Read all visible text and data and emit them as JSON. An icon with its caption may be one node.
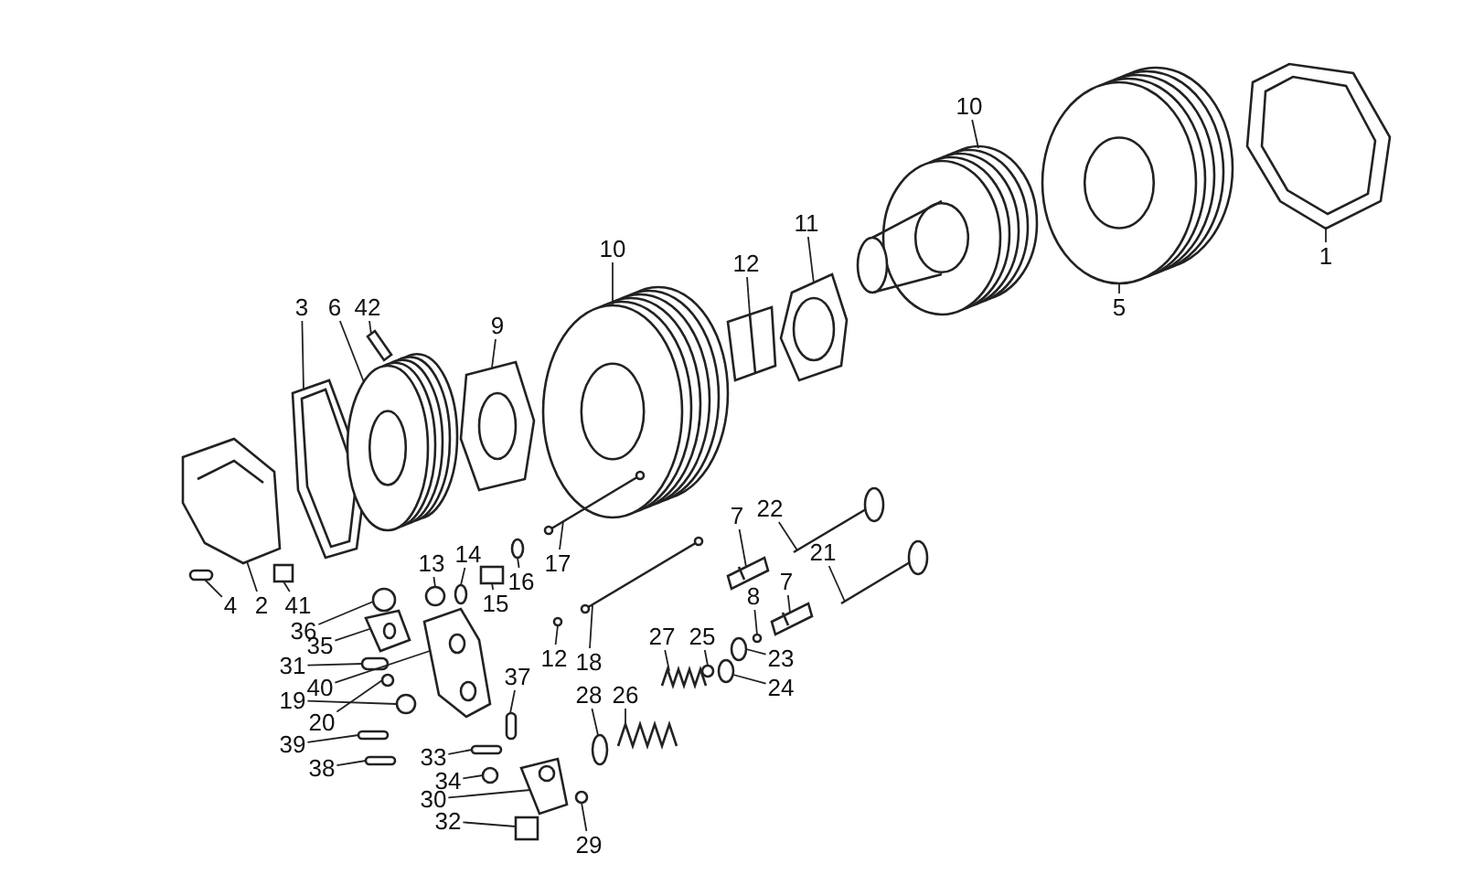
{
  "diagram": {
    "nodes": [
      {
        "text": [
          "1"
        ]
      },
      {
        "text": [
          "10"
        ]
      },
      {
        "text": [
          "5"
        ]
      },
      {
        "text": [
          "11"
        ]
      },
      {
        "text": [
          "10"
        ]
      },
      {
        "text": [
          "12"
        ]
      },
      {
        "text": [
          "9"
        ]
      },
      {
        "text": [
          "3"
        ]
      },
      {
        "text": [
          "6"
        ]
      },
      {
        "text": [
          "42"
        ]
      },
      {
        "text": [
          "4"
        ]
      },
      {
        "text": [
          "2"
        ]
      },
      {
        "text": [
          "41"
        ]
      },
      {
        "text": [
          "36"
        ]
      },
      {
        "text": [
          "35"
        ]
      },
      {
        "text": [
          "31"
        ]
      },
      {
        "text": [
          "40"
        ]
      },
      {
        "text": [
          "19"
        ]
      },
      {
        "text": [
          "20"
        ]
      },
      {
        "text": [
          "39"
        ]
      },
      {
        "text": [
          "38"
        ]
      },
      {
        "text": [
          "33"
        ]
      },
      {
        "text": [
          "34"
        ]
      },
      {
        "text": [
          "30"
        ]
      },
      {
        "text": [
          "32"
        ]
      },
      {
        "text": [
          "29"
        ]
      },
      {
        "text": [
          "13"
        ]
      },
      {
        "text": [
          "14"
        ]
      },
      {
        "text": [
          "15"
        ]
      },
      {
        "text": [
          "16"
        ]
      },
      {
        "text": [
          "17"
        ]
      },
      {
        "text": [
          "12"
        ]
      },
      {
        "text": [
          "18"
        ]
      },
      {
        "text": [
          "37"
        ]
      },
      {
        "text": [
          "27"
        ]
      },
      {
        "text": [
          "28"
        ]
      },
      {
        "text": [
          "26"
        ]
      },
      {
        "text": [
          "25"
        ]
      },
      {
        "text": [
          "23"
        ]
      },
      {
        "text": [
          "24"
        ]
      },
      {
        "text": [
          "7"
        ]
      },
      {
        "text": [
          "22"
        ]
      },
      {
        "text": [
          "21"
        ]
      },
      {
        "text": [
          "7"
        ]
      },
      {
        "text": [
          "8"
        ]
      },
      {
        "text": [],
        "shape": "picture"
      },
      {
        "text": [],
        "shape": "picture"
      },
      {
        "text": [],
        "shape": "picture"
      },
      {
        "text": [],
        "shape": "picture"
      },
      {
        "text": [],
        "shape": "picture"
      },
      {
        "text": [],
        "shape": "picture"
      },
      {
        "text": [],
        "shape": "picture"
      },
      {
        "text": [],
        "shape": "picture"
      },
      {
        "text": [],
        "shape": "picture"
      },
      {
        "text": [],
        "shape": "picture"
      },
      {
        "text": [],
        "shape": "bar"
      },
      {
        "text": [],
        "shape": "picture"
      },
      {
        "text": [],
        "shape": "box"
      },
      {
        "text": [],
        "shape": "circle"
      },
      {
        "text": [],
        "shape": "picture"
      },
      {
        "text": [],
        "shape": "bar"
      },
      {
        "text": [],
        "shape": "picture"
      },
      {
        "text": [],
        "shape": "circle"
      },
      {
        "text": [],
        "shape": "circle"
      },
      {
        "text": [],
        "shape": "bar"
      },
      {
        "text": [],
        "shape": "bar"
      },
      {
        "text": [],
        "shape": "bar"
      },
      {
        "text": [],
        "shape": "circle"
      },
      {
        "text": [],
        "shape": "picture"
      },
      {
        "text": [],
        "shape": "box"
      },
      {
        "text": [],
        "shape": "circle"
      },
      {
        "text": [],
        "shape": "circle"
      },
      {
        "text": [],
        "shape": "circle"
      },
      {
        "text": [],
        "shape": "box"
      },
      {
        "text": [],
        "shape": "circle"
      },
      {
        "text": [],
        "shape": "picture"
      },
      {
        "text": [],
        "shape": "circle"
      },
      {
        "text": [],
        "shape": "picture"
      },
      {
        "text": [],
        "shape": "bar"
      },
      {
        "text": [],
        "shape": "picture"
      },
      {
        "text": [],
        "shape": "circle"
      },
      {
        "text": [],
        "shape": "picture"
      },
      {
        "text": [],
        "shape": "circle"
      },
      {
        "text": [],
        "shape": "circle"
      },
      {
        "text": [],
        "shape": "circle"
      },
      {
        "text": [],
        "shape": "picture"
      },
      {
        "text": [],
        "shape": "picture"
      },
      {
        "text": [],
        "shape": "picture"
      },
      {
        "text": [],
        "shape": "picture"
      },
      {
        "text": [],
        "shape": "circle"
      }
    ],
    "edges": [
      {
        "from": 0,
        "to": 45,
        "arrow": "none"
      },
      {
        "from": 1,
        "to": 46,
        "arrow": "none"
      },
      {
        "from": 2,
        "to": 47,
        "arrow": "none"
      },
      {
        "from": 3,
        "to": 48,
        "arrow": "none"
      },
      {
        "from": 4,
        "to": 49,
        "arrow": "none"
      },
      {
        "from": 5,
        "to": 50,
        "arrow": "none"
      },
      {
        "from": 6,
        "to": 51,
        "arrow": "none"
      },
      {
        "from": 7,
        "to": 52,
        "arrow": "none"
      },
      {
        "from": 8,
        "to": 53,
        "arrow": "none"
      },
      {
        "from": 9,
        "to": 54,
        "arrow": "none"
      },
      {
        "from": 10,
        "to": 55,
        "arrow": "none"
      },
      {
        "from": 11,
        "to": 56,
        "arrow": "none"
      },
      {
        "from": 12,
        "to": 57,
        "arrow": "none"
      },
      {
        "from": 13,
        "to": 58,
        "arrow": "none"
      },
      {
        "from": 14,
        "to": 59,
        "arrow": "none"
      },
      {
        "from": 15,
        "to": 60,
        "arrow": "none"
      },
      {
        "from": 16,
        "to": 61,
        "arrow": "none"
      },
      {
        "from": 17,
        "to": 62,
        "arrow": "none"
      },
      {
        "from": 18,
        "to": 63,
        "arrow": "none"
      },
      {
        "from": 19,
        "to": 64,
        "arrow": "none"
      },
      {
        "from": 20,
        "to": 65,
        "arrow": "none"
      },
      {
        "from": 21,
        "to": 66,
        "arrow": "none"
      },
      {
        "from": 22,
        "to": 67,
        "arrow": "none"
      },
      {
        "from": 23,
        "to": 68,
        "arrow": "none"
      },
      {
        "from": 24,
        "to": 69,
        "arrow": "none"
      },
      {
        "from": 25,
        "to": 70,
        "arrow": "none"
      },
      {
        "from": 26,
        "to": 71,
        "arrow": "none"
      },
      {
        "from": 27,
        "to": 72,
        "arrow": "none"
      },
      {
        "from": 28,
        "to": 73,
        "arrow": "none"
      },
      {
        "from": 29,
        "to": 74,
        "arrow": "none"
      },
      {
        "from": 30,
        "to": 75,
        "arrow": "none"
      },
      {
        "from": 31,
        "to": 76,
        "arrow": "none"
      },
      {
        "from": 32,
        "to": 77,
        "arrow": "none"
      },
      {
        "from": 33,
        "to": 78,
        "arrow": "none"
      },
      {
        "from": 34,
        "to": 79,
        "arrow": "none"
      },
      {
        "from": 35,
        "to": 80,
        "arrow": "none"
      },
      {
        "from": 36,
        "to": 81,
        "arrow": "none"
      },
      {
        "from": 37,
        "to": 82,
        "arrow": "none"
      },
      {
        "from": 38,
        "to": 83,
        "arrow": "none"
      },
      {
        "from": 39,
        "to": 84,
        "arrow": "none"
      },
      {
        "from": 40,
        "to": 85,
        "arrow": "none"
      },
      {
        "from": 41,
        "to": 86,
        "arrow": "none"
      },
      {
        "from": 42,
        "to": 87,
        "arrow": "none"
      },
      {
        "from": 43,
        "to": 88,
        "arrow": "none"
      },
      {
        "from": 44,
        "to": 89,
        "arrow": "none"
      }
    ]
  }
}
